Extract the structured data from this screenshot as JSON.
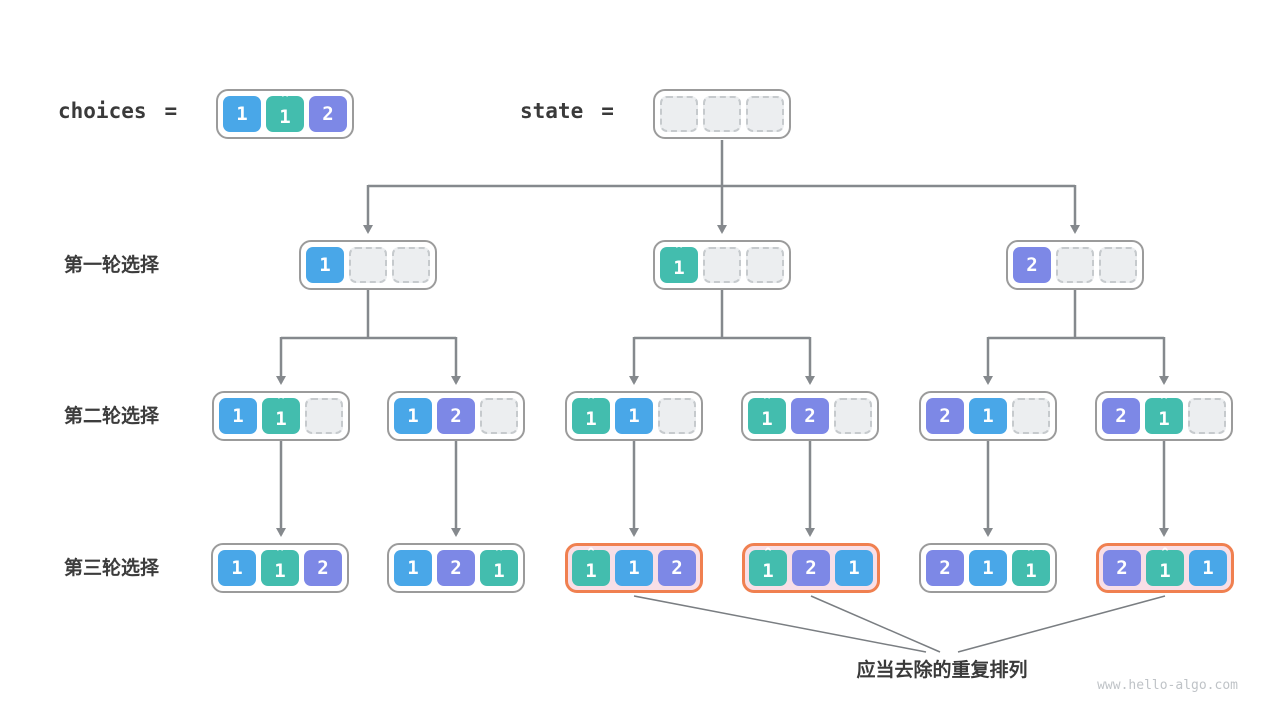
{
  "header": {
    "choices_label": "choices",
    "choices_eq": "=",
    "state_label": "state",
    "state_eq": "="
  },
  "choices_cells": [
    "1",
    "1̂",
    "2"
  ],
  "state_cells": [
    "",
    "",
    ""
  ],
  "row_labels": [
    "第一轮选择",
    "第二轮选择",
    "第三轮选择"
  ],
  "tree": {
    "round1": [
      {
        "cells": [
          "1",
          "",
          ""
        ],
        "duplicate": false
      },
      {
        "cells": [
          "1̂",
          "",
          ""
        ],
        "duplicate": false
      },
      {
        "cells": [
          "2",
          "",
          ""
        ],
        "duplicate": false
      }
    ],
    "round2": [
      {
        "cells": [
          "1",
          "1̂",
          ""
        ],
        "duplicate": false
      },
      {
        "cells": [
          "1",
          "2",
          ""
        ],
        "duplicate": false
      },
      {
        "cells": [
          "1̂",
          "1",
          ""
        ],
        "duplicate": false
      },
      {
        "cells": [
          "1̂",
          "2",
          ""
        ],
        "duplicate": false
      },
      {
        "cells": [
          "2",
          "1",
          ""
        ],
        "duplicate": false
      },
      {
        "cells": [
          "2",
          "1̂",
          ""
        ],
        "duplicate": false
      }
    ],
    "round3": [
      {
        "cells": [
          "1",
          "1̂",
          "2"
        ],
        "duplicate": false
      },
      {
        "cells": [
          "1",
          "2",
          "1̂"
        ],
        "duplicate": false
      },
      {
        "cells": [
          "1̂",
          "1",
          "2"
        ],
        "duplicate": true
      },
      {
        "cells": [
          "1̂",
          "2",
          "1"
        ],
        "duplicate": true
      },
      {
        "cells": [
          "2",
          "1",
          "1̂"
        ],
        "duplicate": false
      },
      {
        "cells": [
          "2",
          "1̂",
          "1"
        ],
        "duplicate": true
      }
    ]
  },
  "annotation": {
    "duplicate_label": "应当去除的重复排列"
  },
  "watermark": "www.hello-algo.com",
  "colors": {
    "value_1": "#49a7e8",
    "value_1_hat": "#43bdae",
    "value_2": "#7d88e6",
    "duplicate_border": "#f08050",
    "empty_cell": "#eceef0",
    "arrow": "#85898d"
  }
}
